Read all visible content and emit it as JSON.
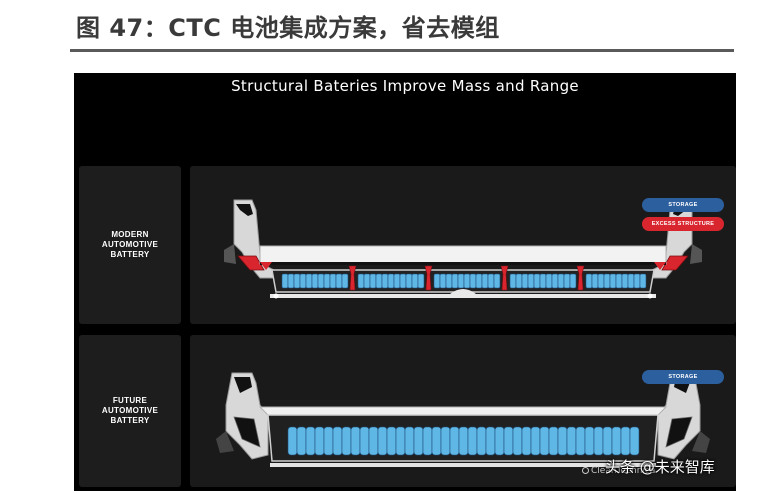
{
  "figure": {
    "title": "图 47：CTC 电池集成方案，省去模组"
  },
  "slide": {
    "title": "Structural Bateries Improve Mass and Range",
    "rows": [
      {
        "label": "MODERN\nAUTOMOTIVE\nBATTERY",
        "legend": [
          "STORAGE",
          "EXCESS STRUCTURE"
        ]
      },
      {
        "label": "FUTURE\nAUTOMOTIVE\nBATTERY",
        "legend": [
          "STORAGE"
        ]
      }
    ],
    "brand": "CleanTechnica"
  },
  "colors": {
    "storage": "#2c5f9e",
    "excess_structure": "#d9262e",
    "cell_blue": "#5fb7e6",
    "background": "#000000"
  },
  "watermark": {
    "source": "头条 @未来智库"
  }
}
